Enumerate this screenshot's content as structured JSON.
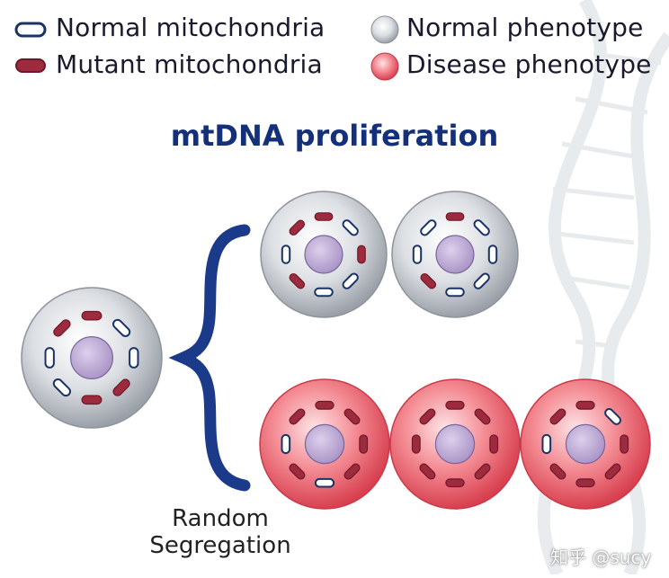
{
  "legend": {
    "normal_mito": "Normal mitochondria",
    "mutant_mito": "Mutant mitochondria",
    "normal_pheno": "Normal phenotype",
    "disease_pheno": "Disease phenotype"
  },
  "title": "mtDNA proliferation",
  "segregation": {
    "line1": "Random",
    "line2": "Segregation"
  },
  "watermark": "知乎 @sucy",
  "colors": {
    "title": "#14307a",
    "brace": "#1b3a8a",
    "normal_cell": "#d9dce0",
    "disease_cell": "#ef6e78",
    "nucleus": "#c9b6de",
    "mutant_mito": "#9e2a3e",
    "normal_mito_outline": "#1a3366"
  }
}
